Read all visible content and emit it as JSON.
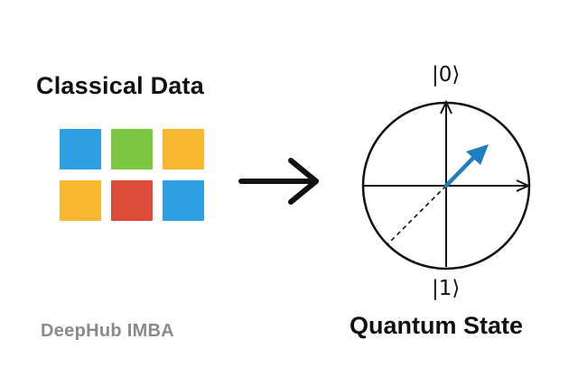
{
  "classical": {
    "title": "Classical Data",
    "cells": [
      {
        "color": "#2e9fe0"
      },
      {
        "color": "#7cc843"
      },
      {
        "color": "#f7b731"
      },
      {
        "color": "#f7b731"
      },
      {
        "color": "#dd4b39"
      },
      {
        "color": "#2e9fe0"
      }
    ]
  },
  "transition": {
    "icon": "right-arrow-icon",
    "color": "#111111"
  },
  "quantum": {
    "title": "Quantum State",
    "ket_zero": "|0⟩",
    "ket_one": "|1⟩",
    "vector_color": "#1f7ec0"
  },
  "watermark": "DeepHub IMBA"
}
